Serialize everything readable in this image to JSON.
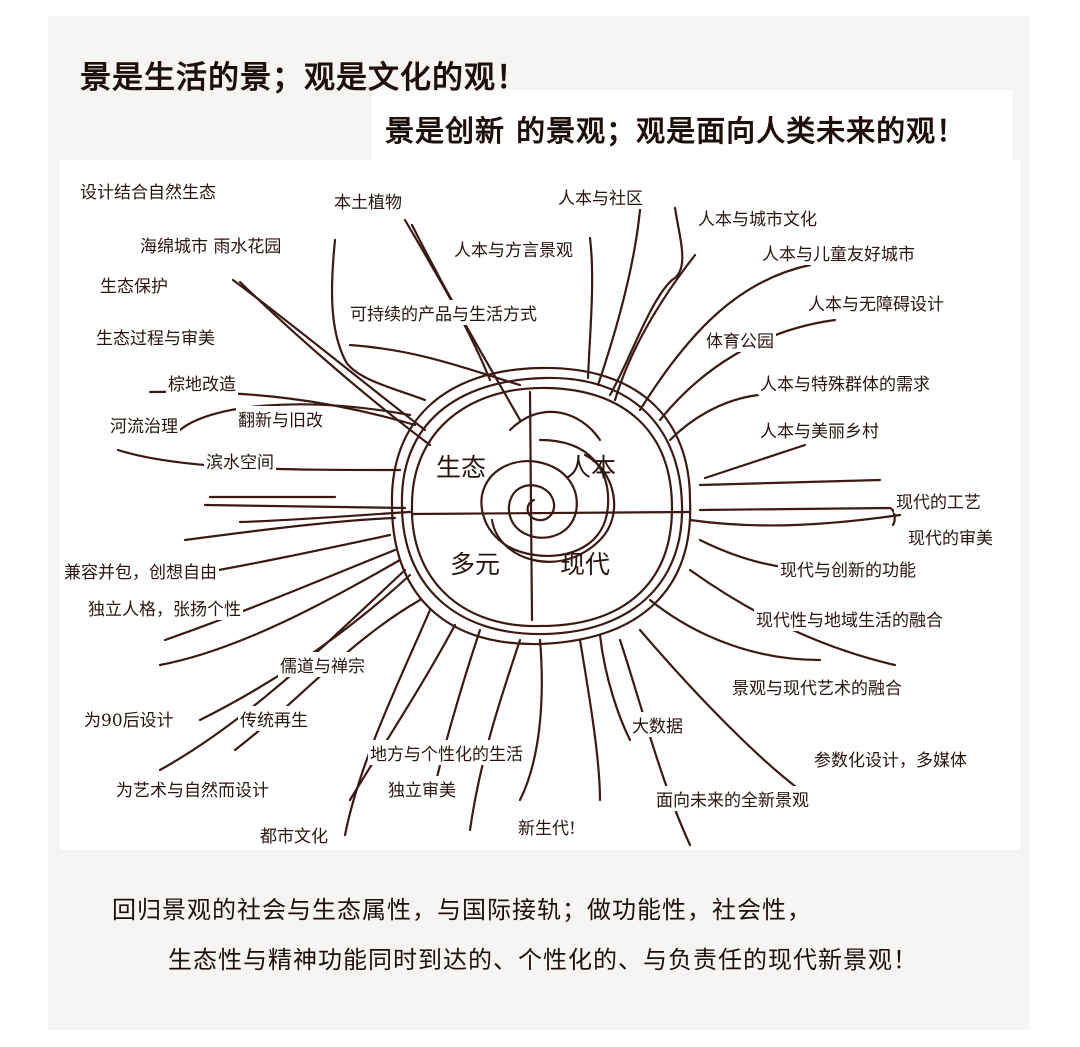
{
  "header": {
    "line1": "景是生活的景；观是文化的观！",
    "line2": "景是创新 的景观；观是面向人类未来的观！"
  },
  "center": {
    "top_left": "生态",
    "top_right": "人本",
    "bottom_left": "多元",
    "bottom_right": "现代"
  },
  "labels": [
    {
      "id": "l01",
      "text": "设计结合自然生态"
    },
    {
      "id": "l02",
      "text": "本土植物"
    },
    {
      "id": "l03",
      "text": "人本与社区"
    },
    {
      "id": "l04",
      "text": "人本与城市文化"
    },
    {
      "id": "l05",
      "text": "海绵城市  雨水花园"
    },
    {
      "id": "l06",
      "text": "人本与方言景观"
    },
    {
      "id": "l07",
      "text": "人本与儿童友好城市"
    },
    {
      "id": "l08",
      "text": "生态保护"
    },
    {
      "id": "l09",
      "text": "人本与无障碍设计"
    },
    {
      "id": "l10",
      "text": "可持续的产品与生活方式"
    },
    {
      "id": "l11",
      "text": "生态过程与审美"
    },
    {
      "id": "l12",
      "text": "体育公园"
    },
    {
      "id": "l13",
      "text": "棕地改造"
    },
    {
      "id": "l14",
      "text": "人本与特殊群体的需求"
    },
    {
      "id": "l15",
      "text": "河流治理"
    },
    {
      "id": "l16",
      "text": "翻新与旧改"
    },
    {
      "id": "l17",
      "text": "人本与美丽乡村"
    },
    {
      "id": "l18",
      "text": "滨水空间"
    },
    {
      "id": "l19",
      "text": "现代的工艺"
    },
    {
      "id": "l20",
      "text": "现代的审美"
    },
    {
      "id": "l21",
      "text": "兼容并包，创想自由"
    },
    {
      "id": "l22",
      "text": "现代与创新的功能"
    },
    {
      "id": "l23",
      "text": "独立人格，张扬个性"
    },
    {
      "id": "l24",
      "text": "现代性与地域生活的融合"
    },
    {
      "id": "l25",
      "text": "儒道与禅宗"
    },
    {
      "id": "l26",
      "text": "景观与现代艺术的融合"
    },
    {
      "id": "l27",
      "text": "为90后设计"
    },
    {
      "id": "l28",
      "text": "传统再生"
    },
    {
      "id": "l29",
      "text": "大数据"
    },
    {
      "id": "l30",
      "text": "地方与个性化的生活"
    },
    {
      "id": "l31",
      "text": "参数化设计，多媒体"
    },
    {
      "id": "l32",
      "text": "为艺术与自然而设计"
    },
    {
      "id": "l33",
      "text": "独立审美"
    },
    {
      "id": "l34",
      "text": "面向未来的全新景观"
    },
    {
      "id": "l35",
      "text": "新生代!"
    },
    {
      "id": "l36",
      "text": "都市文化"
    }
  ],
  "footer": {
    "line1": "回归景观的社会与生态属性，与国际接轨；做功能性，社会性，",
    "line2": "生态性与精神功能同时到达的、个性化的、与负责任的现代新景观！"
  },
  "colors": {
    "ink": "#2a1410",
    "line": "#3b1a14"
  }
}
